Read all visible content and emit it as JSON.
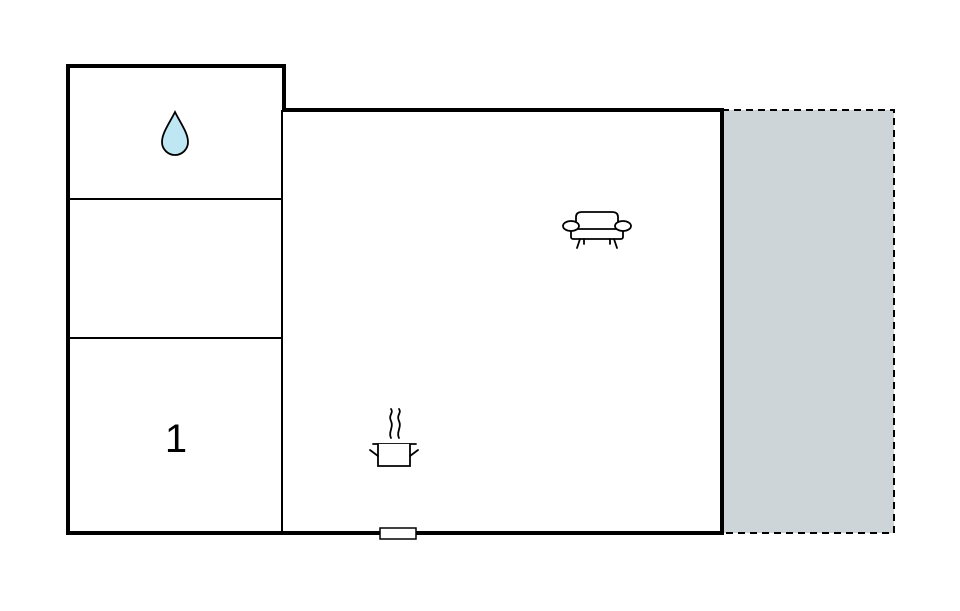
{
  "floorplan": {
    "rooms": [
      {
        "id": "bathroom",
        "icon": "water-drop-icon"
      },
      {
        "id": "hallway"
      },
      {
        "id": "bedroom",
        "number": "1"
      },
      {
        "id": "living-kitchen",
        "icons": [
          "sofa-icon",
          "cooking-pot-icon"
        ]
      },
      {
        "id": "terrace",
        "outdoor": true
      }
    ],
    "entrance": "door-icon",
    "colors": {
      "walls": "#000000",
      "terrace_fill": "#cdd5d8",
      "water_drop_fill": "#bfe6f3"
    }
  }
}
